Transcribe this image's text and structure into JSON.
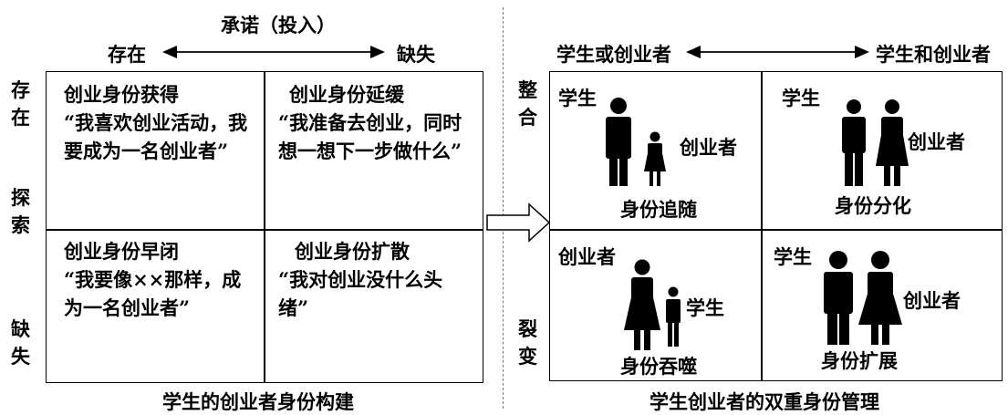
{
  "left": {
    "top_axis_title": "承诺（投入）",
    "top_axis_left": "存在",
    "top_axis_right": "缺失",
    "side_axis_top": "存在",
    "side_axis_mid": "探索",
    "side_axis_bottom": "缺失",
    "cells": [
      {
        "title": "创业身份获得",
        "quote": "“我喜欢创业活动，我要成为一名创业者”"
      },
      {
        "title": "创业身份延缓",
        "quote": "“我准备去创业，同时想一想下一步做什么”"
      },
      {
        "title": "创业身份早闭",
        "quote": "“我要像××那样，成为一名创业者”"
      },
      {
        "title": "创业身份扩散",
        "quote": "“我对创业没什么头绪”"
      }
    ],
    "caption": "学生的创业者身份构建"
  },
  "right": {
    "top_axis_left": "学生或创业者",
    "top_axis_right": "学生和创业者",
    "side_axis_top": "整合",
    "side_axis_bottom": "裂变",
    "cells": [
      {
        "label_a": "学生",
        "label_b": "创业者",
        "name": "身份追随"
      },
      {
        "label_a": "学生",
        "label_b": "创业者",
        "name": "身份分化"
      },
      {
        "label_a": "创业者",
        "label_b": "学生",
        "name": "身份吞噬"
      },
      {
        "label_a": "学生",
        "label_b": "创业者",
        "name": "身份扩展"
      }
    ],
    "caption": "学生创业者的双重身份管理"
  }
}
